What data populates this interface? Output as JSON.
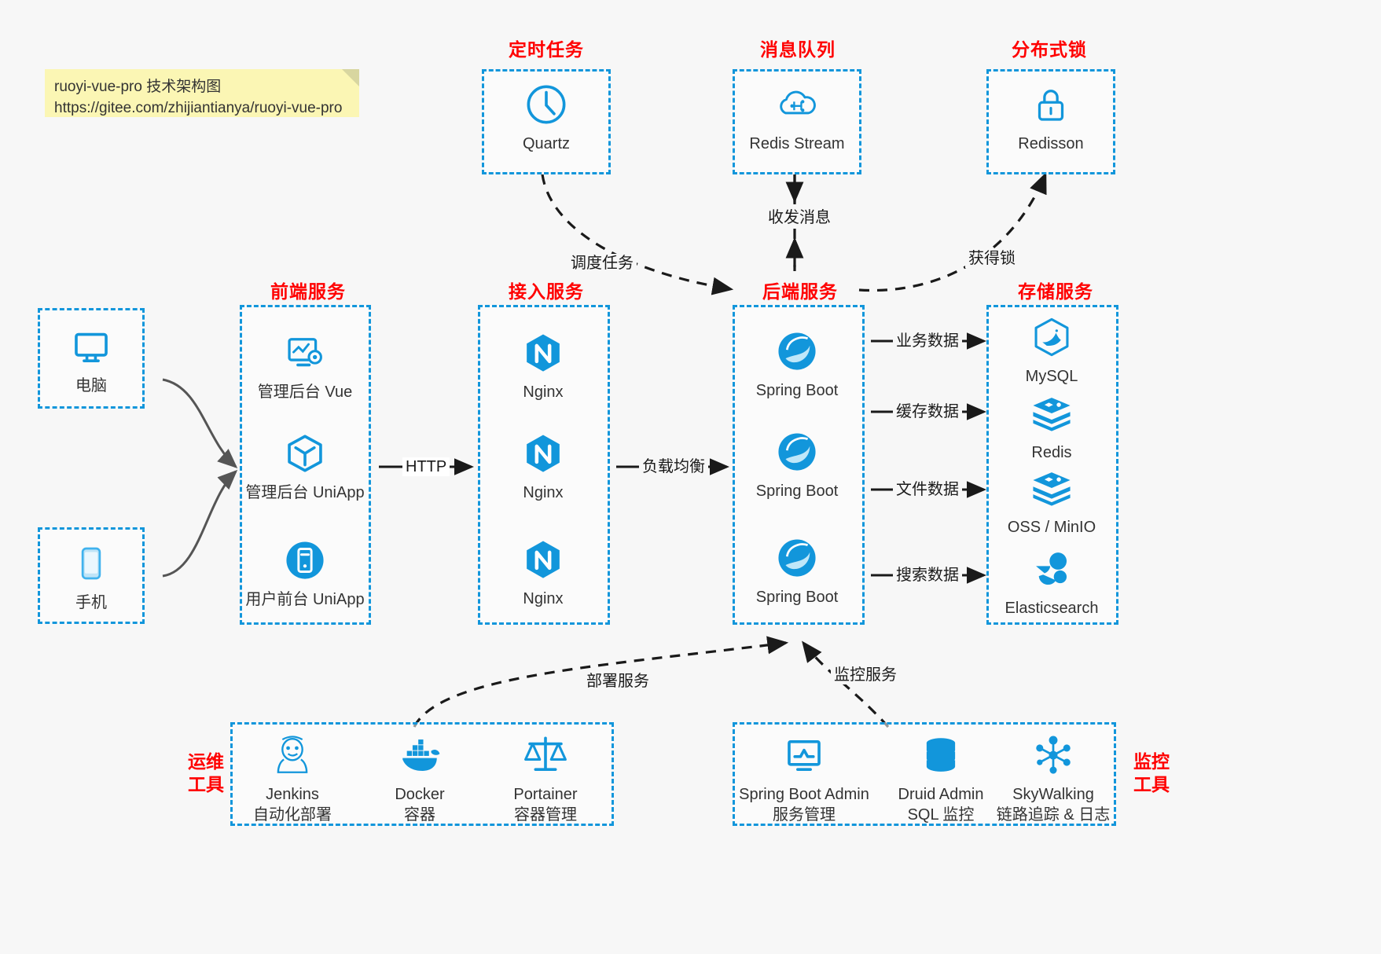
{
  "note": {
    "line1": "ruoyi-vue-pro 技术架构图",
    "line2": "https://gitee.com/zhijiantianya/ruoyi-vue-pro"
  },
  "group_titles": {
    "scheduler": "定时任务",
    "mq": "消息队列",
    "lock": "分布式锁",
    "frontend": "前端服务",
    "gateway": "接入服务",
    "backend": "后端服务",
    "storage": "存储服务",
    "devops": "运维\n工具",
    "devops_l1": "运维",
    "devops_l2": "工具",
    "monitor_l1": "监控",
    "monitor_l2": "工具"
  },
  "nodes": {
    "quartz": {
      "label": "Quartz",
      "icon": "clock-icon"
    },
    "redis_stream": {
      "label": "Redis Stream",
      "icon": "cloud-stream-icon"
    },
    "redisson": {
      "label": "Redisson",
      "icon": "lock-icon"
    },
    "computer": {
      "label": "电脑",
      "icon": "desktop-icon"
    },
    "phone": {
      "label": "手机",
      "icon": "mobile-icon"
    },
    "admin_vue": {
      "label": "管理后台 Vue",
      "icon": "dashboard-gear-icon"
    },
    "admin_uniapp": {
      "label": "管理后台 UniApp",
      "icon": "cube-icon"
    },
    "user_uniapp": {
      "label": "用户前台 UniApp",
      "icon": "app-circle-icon"
    },
    "nginx1": {
      "label": "Nginx",
      "icon": "nginx-icon"
    },
    "nginx2": {
      "label": "Nginx",
      "icon": "nginx-icon"
    },
    "nginx3": {
      "label": "Nginx",
      "icon": "nginx-icon"
    },
    "springboot1": {
      "label": "Spring Boot",
      "icon": "spring-icon"
    },
    "springboot2": {
      "label": "Spring Boot",
      "icon": "spring-icon"
    },
    "springboot3": {
      "label": "Spring Boot",
      "icon": "spring-icon"
    },
    "mysql": {
      "label": "MySQL",
      "icon": "mysql-icon"
    },
    "redis": {
      "label": "Redis",
      "icon": "redis-icon"
    },
    "oss": {
      "label": "OSS / MinIO",
      "icon": "oss-icon"
    },
    "elasticsearch": {
      "label": "Elasticsearch",
      "icon": "elasticsearch-icon"
    },
    "jenkins": {
      "label": "Jenkins",
      "sub": "自动化部署",
      "icon": "jenkins-icon"
    },
    "docker": {
      "label": "Docker",
      "sub": "容器",
      "icon": "docker-icon"
    },
    "portainer": {
      "label": "Portainer",
      "sub": "容器管理",
      "icon": "scales-icon"
    },
    "sba": {
      "label": "Spring Boot Admin",
      "sub": "服务管理",
      "icon": "monitor-chart-icon"
    },
    "druid": {
      "label": "Druid Admin",
      "sub": "SQL 监控",
      "icon": "database-icon"
    },
    "skywalking": {
      "label": "SkyWalking",
      "sub": "链路追踪 & 日志",
      "icon": "network-node-icon"
    }
  },
  "edges": {
    "http": "HTTP",
    "load_balance": "负载均衡",
    "schedule_task": "调度任务",
    "send_receive_msg": "收发消息",
    "acquire_lock": "获得锁",
    "business_data": "业务数据",
    "cache_data": "缓存数据",
    "file_data": "文件数据",
    "search_data": "搜索数据",
    "deploy_service": "部署服务",
    "monitor_service": "监控服务"
  },
  "colors": {
    "accent": "#1296db",
    "title_red": "#ff0000",
    "text": "#333333",
    "background": "#f7f7f7",
    "note_bg": "#fbf6b4",
    "arrow": "#1a1a1a",
    "soft_arrow": "#555555"
  }
}
